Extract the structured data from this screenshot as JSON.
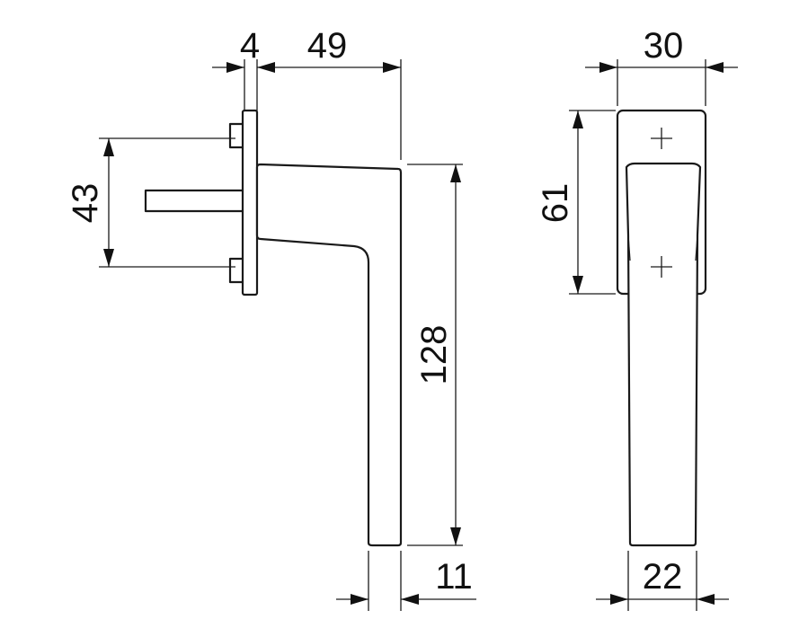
{
  "colors": {
    "line": "#1a1a1a",
    "background": "#ffffff"
  },
  "side_view": {
    "dim_rose_thickness": "4",
    "dim_projection": "49",
    "dim_fixing_centres": "43",
    "dim_lever_length": "128",
    "dim_lever_width": "11"
  },
  "front_view": {
    "dim_rose_width": "30",
    "dim_rose_height": "61",
    "dim_lever_width": "22"
  }
}
